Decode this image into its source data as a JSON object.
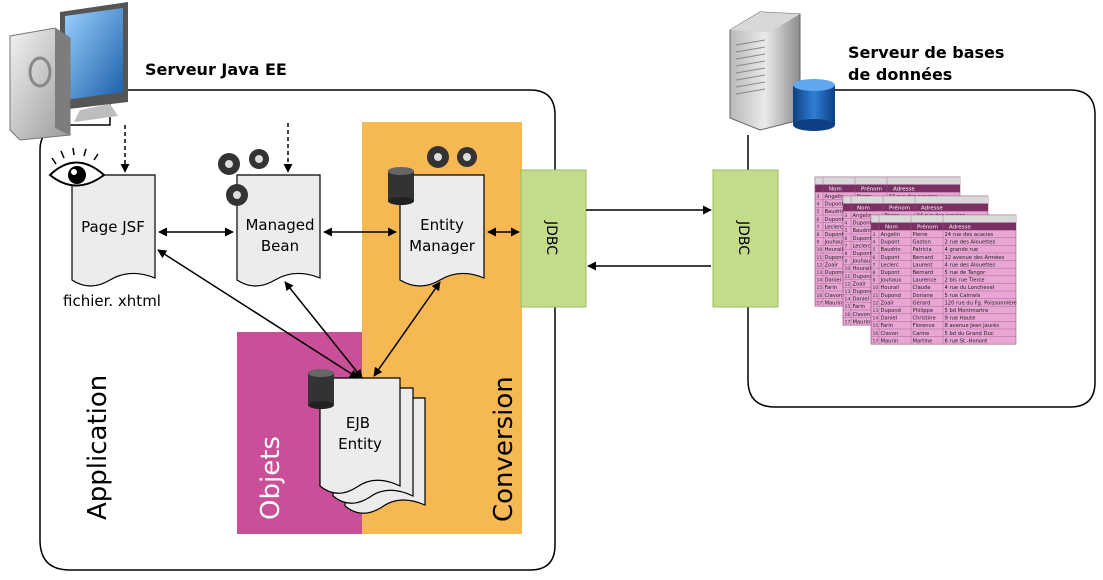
{
  "java_server": {
    "label": "Serveur Java EE"
  },
  "db_server": {
    "label_line1": "Serveur de bases",
    "label_line2": "de données"
  },
  "page_jsf": {
    "label": "Page JSF",
    "caption": "fichier. xhtml"
  },
  "managed_bean": {
    "line1": "Managed",
    "line2": "Bean"
  },
  "entity_manager": {
    "line1": "Entity",
    "line2": "Manager"
  },
  "ejb_entity": {
    "line1": "EJB",
    "line2": "Entity"
  },
  "zones": {
    "application": "Application",
    "objets": "Objets",
    "conversion": "Conversion"
  },
  "jdbc": {
    "left": "JDBC",
    "right": "JDBC"
  },
  "colors": {
    "conversion": "#f5b852",
    "objets": "#c94f98",
    "jdbc": "#c2dc8a",
    "table_pink": "#e8a6d3"
  },
  "tables": {
    "headers": [
      "Nom",
      "Prénom",
      "Adresse"
    ],
    "rows": [
      [
        "Angelin",
        "Pierre",
        "24 rue des acacies"
      ],
      [
        "Dupont",
        "Gaston",
        "2 rue des Alouettes"
      ],
      [
        "Baudrin",
        "Patricia",
        "4 grande rue"
      ],
      [
        "Dupont",
        "Bernard",
        "12 avenue des Armées"
      ],
      [
        "Leclerc",
        "Laurent",
        "4 rue des Alouettes"
      ],
      [
        "Dupont",
        "Bernard",
        "5 rue de Tangor"
      ],
      [
        "Jouhaux",
        "Laurence",
        "2 bis rue Tierce"
      ],
      [
        "Hourail",
        "Claude",
        "4 rue du Lonchevel"
      ],
      [
        "Dupond",
        "Doriane",
        "5 rue Calmels"
      ],
      [
        "Zoaïr",
        "Gérard",
        "120 rue du Fg. Poissonnière"
      ],
      [
        "Dupond",
        "Philippe",
        "5 bd Montmartre"
      ],
      [
        "Daniel",
        "Christine",
        "9 rue Haute"
      ],
      [
        "Farin",
        "Florence",
        "8 avenue Jean Jaurès"
      ],
      [
        "Clavon",
        "Carine",
        "5 bd du Grand Duc"
      ],
      [
        "Maurin",
        "Martine",
        "6 rue St.-Honoré"
      ]
    ]
  }
}
